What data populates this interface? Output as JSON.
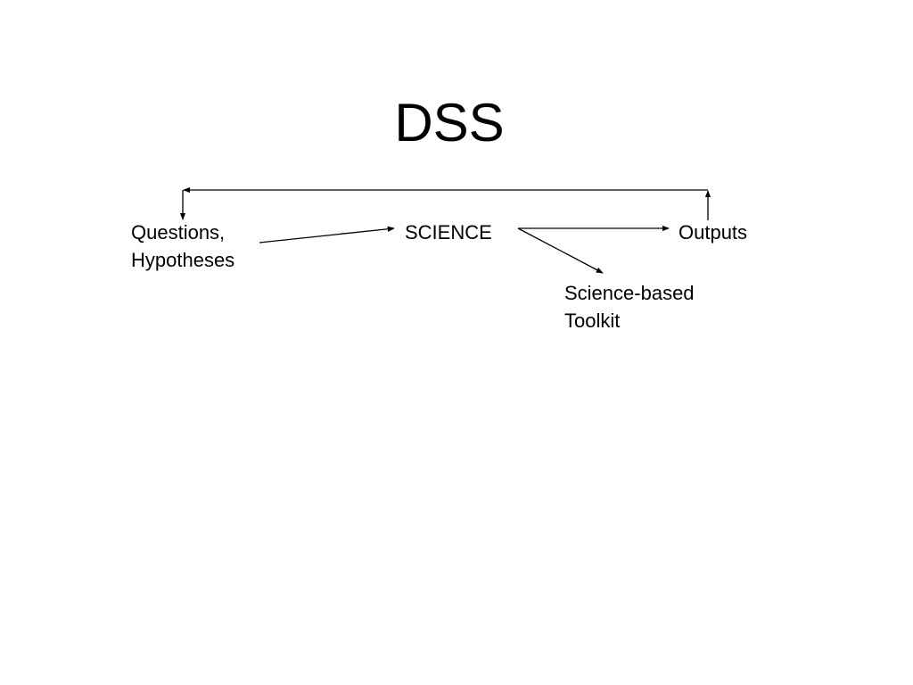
{
  "slide": {
    "title": "DSS"
  },
  "diagram": {
    "nodes": {
      "questions": {
        "lines": [
          "Questions,",
          "Hypotheses"
        ]
      },
      "science": {
        "lines": [
          "SCIENCE"
        ]
      },
      "outputs": {
        "lines": [
          "Outputs"
        ]
      },
      "toolkit": {
        "lines": [
          "Science-based",
          "Toolkit"
        ]
      }
    },
    "edges": [
      {
        "from": "questions",
        "to": "science"
      },
      {
        "from": "science",
        "to": "outputs"
      },
      {
        "from": "science",
        "to": "toolkit"
      },
      {
        "from": "outputs",
        "to": "questions",
        "route": "feedback-loop-over-top"
      }
    ],
    "colors": {
      "line": "#000000",
      "text": "#000000",
      "background": "#ffffff"
    }
  }
}
